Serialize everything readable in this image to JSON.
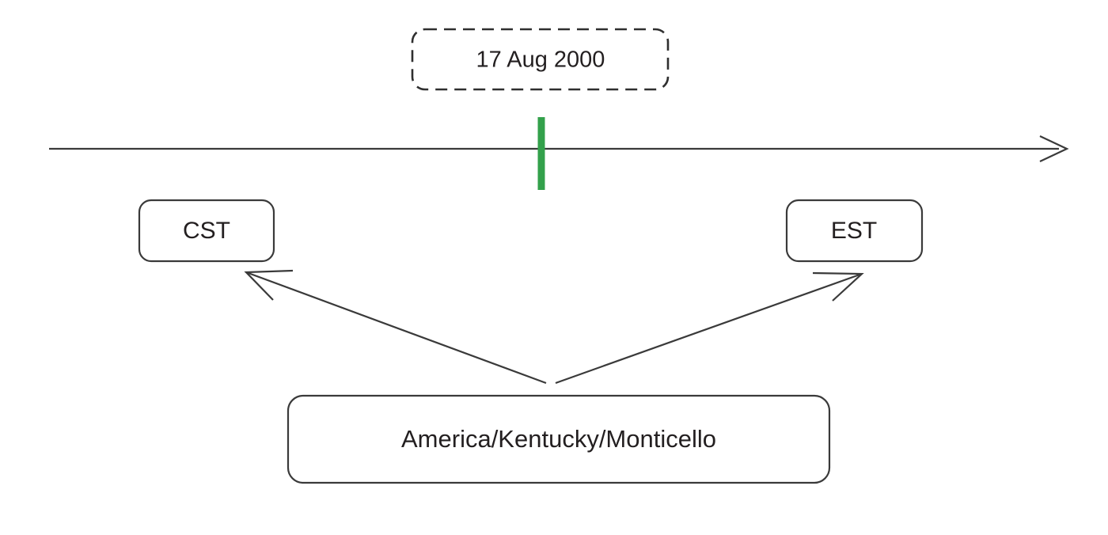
{
  "diagram": {
    "type": "timezone-transition-timeline",
    "background_color": "#ffffff",
    "stroke_color": "#3a3a3a",
    "text_color": "#231f20",
    "marker_color": "#33a14b",
    "timeline": {
      "name": "timeline-axis",
      "direction": "left-to-right",
      "has_arrowhead_right": true,
      "marker": {
        "name": "transition-marker",
        "color": "#33a14b",
        "label": "17 Aug 2000"
      }
    },
    "date_box": {
      "label": "17 Aug 2000",
      "border_style": "dashed"
    },
    "zone_boxes": [
      {
        "id": "cst",
        "label": "CST",
        "side": "left"
      },
      {
        "id": "est",
        "label": "EST",
        "side": "right"
      }
    ],
    "tz_box": {
      "label": "America/Kentucky/Monticello"
    },
    "edges": [
      {
        "from": "America/Kentucky/Monticello",
        "to": "CST",
        "arrow": "open"
      },
      {
        "from": "America/Kentucky/Monticello",
        "to": "EST",
        "arrow": "open"
      }
    ]
  }
}
